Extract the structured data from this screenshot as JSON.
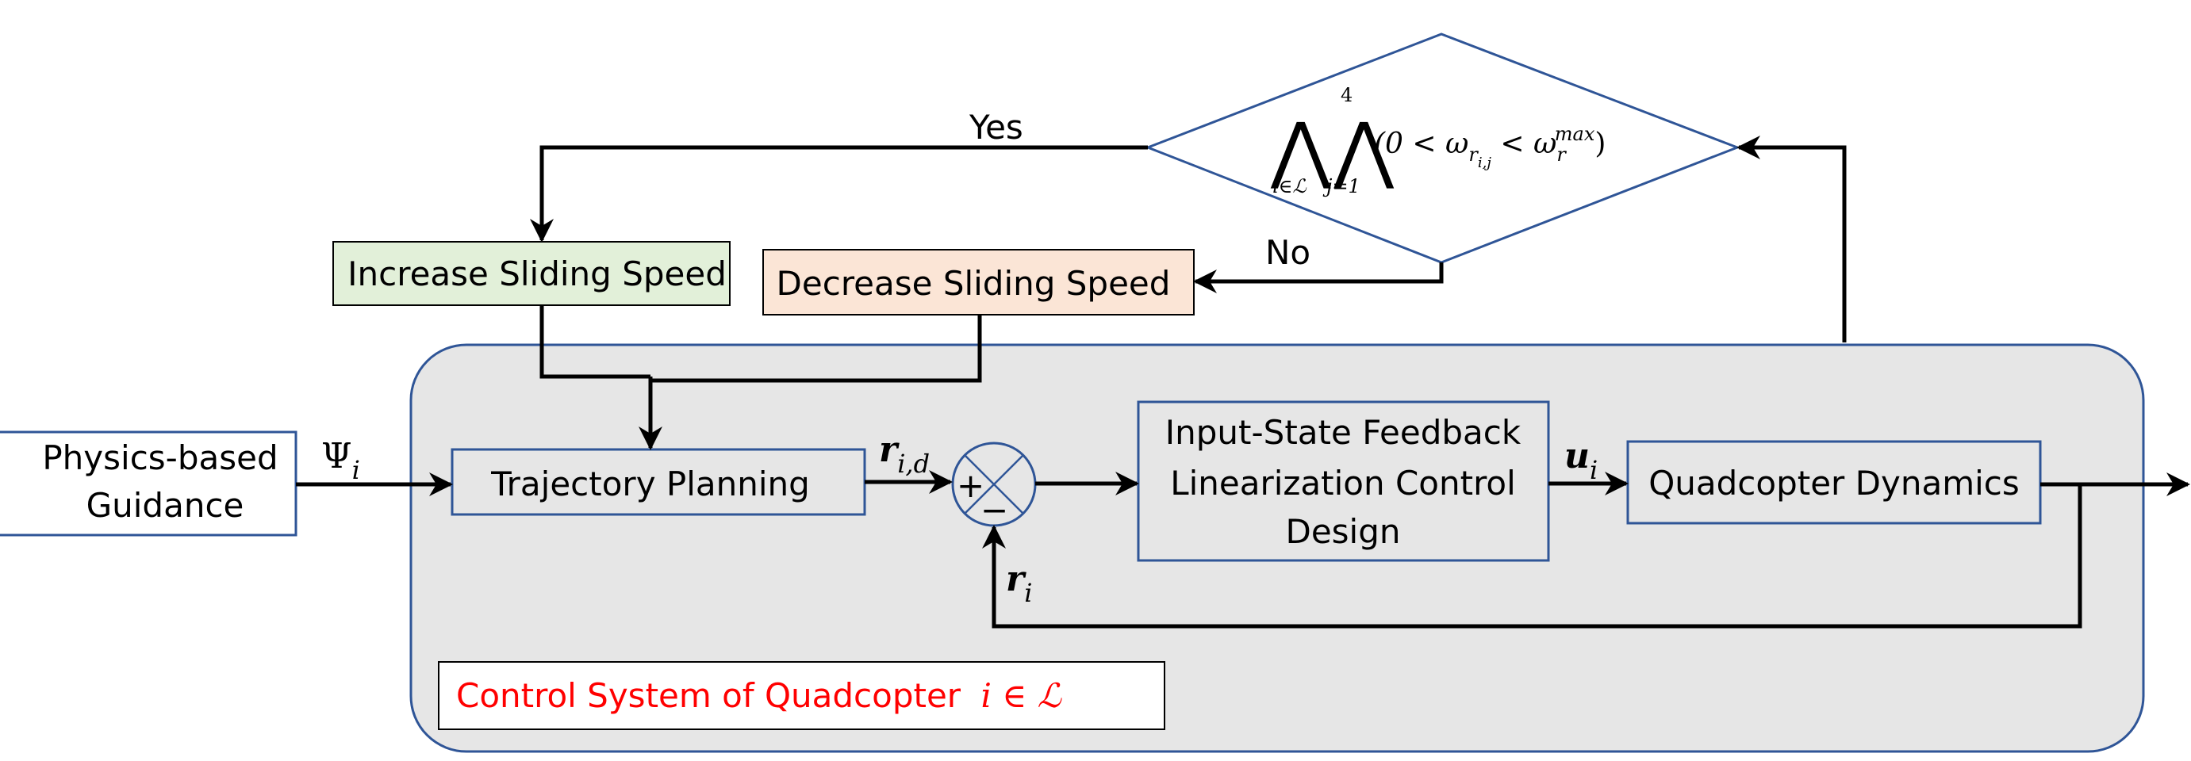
{
  "blocks": {
    "guidance": {
      "line1": "Physics-based",
      "line2": "Guidance"
    },
    "trajectory": {
      "label": "Trajectory Planning"
    },
    "increase": {
      "label": "Increase Sliding Speed"
    },
    "decrease": {
      "label": "Decrease Sliding Speed"
    },
    "control_design": {
      "line1": "Input-State Feedback",
      "line2": "Linearization Control",
      "line3": "Design"
    },
    "dynamics": {
      "label": "Quadcopter Dynamics"
    },
    "system_caption": {
      "text": "Control System of Quadcopter",
      "math": "i ∈ ℒ"
    }
  },
  "decision": {
    "op_main": "⋀⋀",
    "sub_i": "i∈ℒ",
    "sub_j": "j=1",
    "sup_j": "4",
    "cond_left": "(0 < ω",
    "cond_sub": "r",
    "cond_subsub": "i,j",
    "cond_mid": " < ω",
    "cond_sub2": "r",
    "cond_sup2": "max",
    "cond_right": ")",
    "yes_label": "Yes",
    "no_label": "No"
  },
  "signals": {
    "psi": {
      "symbol": "Ψ",
      "sub": "i"
    },
    "r_id": {
      "symbol": "r",
      "sub": "i,d"
    },
    "u_i": {
      "symbol": "u",
      "sub": "i"
    },
    "r_i": {
      "symbol": "r",
      "sub": "i"
    },
    "plus": "+",
    "minus": "−"
  },
  "colors": {
    "stroke_blue": "#2f5597",
    "increase_fill": "#e2f0d9",
    "decrease_fill": "#fbe5d6",
    "panel_fill": "#e6e6e6",
    "caption_text": "#ff0000"
  }
}
